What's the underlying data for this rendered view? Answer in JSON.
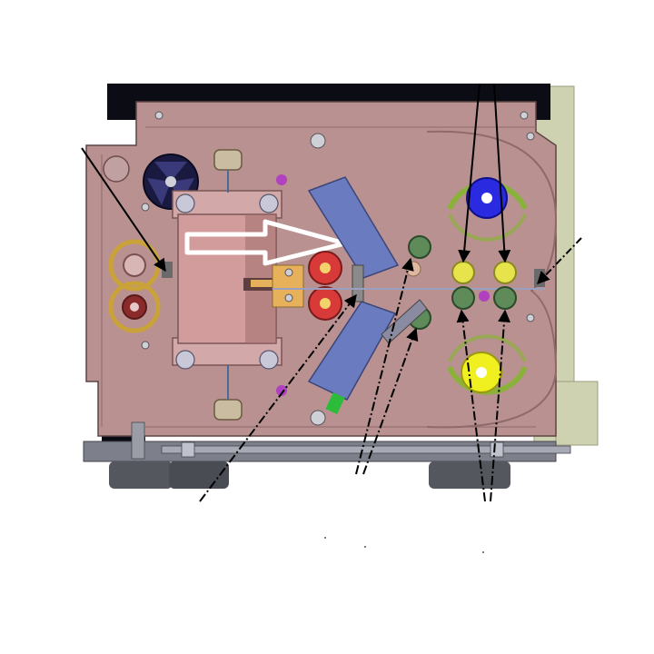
{
  "diagram": {
    "kind": "cad-mechanism-cutaway",
    "labels": [],
    "colors": {
      "background": "#ffffff",
      "chassis": "#b99191",
      "chassis_dark": "#8f6a6a",
      "chassis_edge": "#5e4545",
      "shadow": "#0c0c14",
      "drum": "#d39c9c",
      "drum_dark": "#a06e6e",
      "guide_plate": "#6b7bc0",
      "red_roller": "#d83a3a",
      "green_roller": "#5f8a5a",
      "yellow_roller": "#e7e34c",
      "blue_reel": "#2a2ae0",
      "yellow_reel": "#f0f020",
      "gold_gear": "#c9a23a",
      "arc_green": "#8ab23a",
      "side_bracket": "#cfd2b0",
      "base_rail": "#7d7f8a",
      "foot": "#55575f",
      "magenta_bolt": "#b041c0",
      "arrow_line": "#000000",
      "outline_arrow": "#ffffff",
      "green_tab": "#2dbb3a"
    },
    "icons": [
      "callout-arrow",
      "hollow-direction-arrow"
    ]
  }
}
